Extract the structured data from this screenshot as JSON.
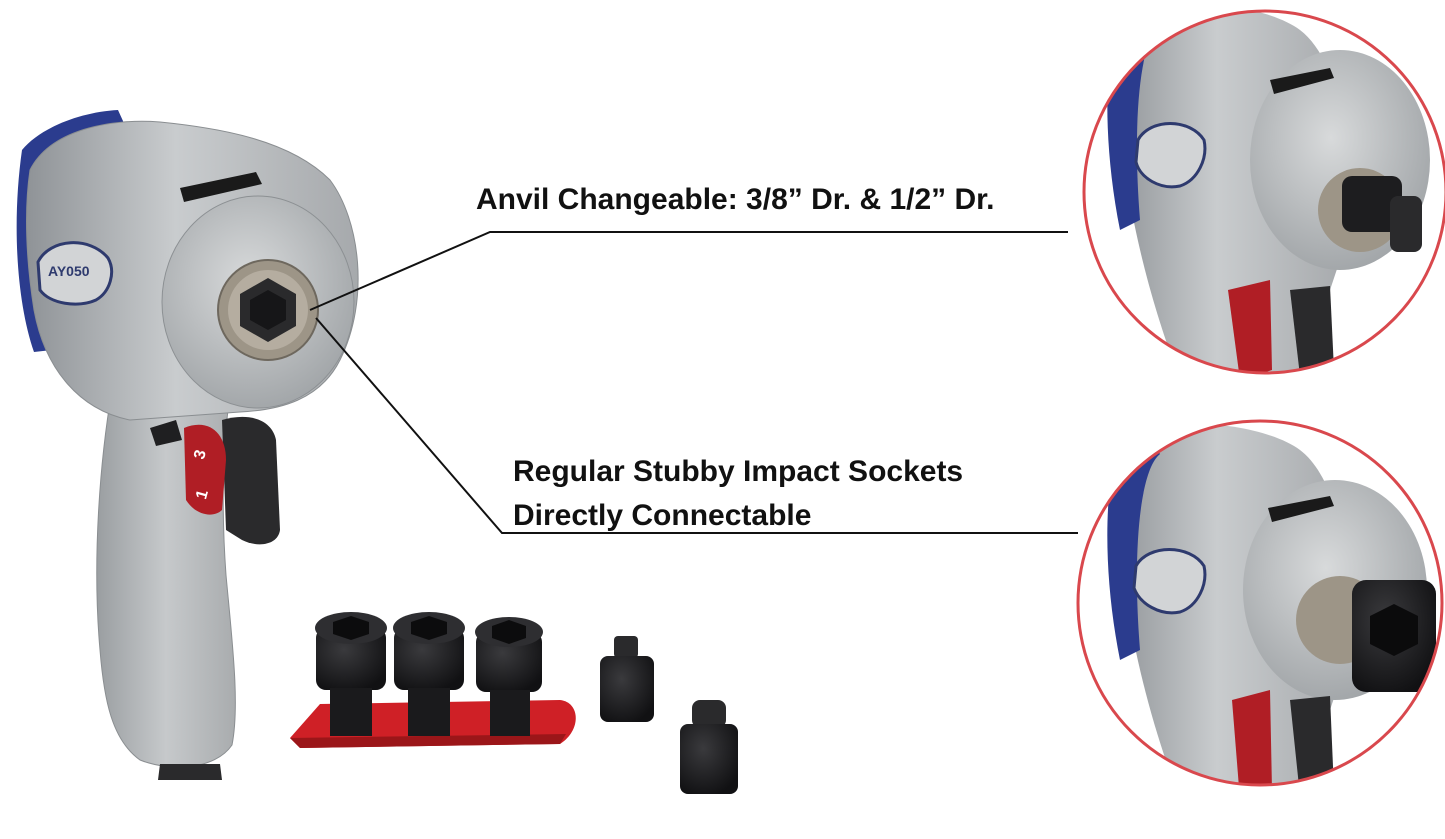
{
  "captions": {
    "anvil": "Anvil Changeable: 3/8” Dr. & 1/2” Dr.",
    "sockets_line1": "Regular Stubby Impact Sockets",
    "sockets_line2": "Directly Connectable"
  },
  "tool": {
    "model_badge": "AY050",
    "dial_marks": [
      "3",
      "1"
    ]
  },
  "colors": {
    "tool_body": "#b9bcbf",
    "accent_blue": "#2b3c8e",
    "dial_red": "#b01e25",
    "socket_black": "#1d1d1f",
    "tray_red": "#cf2026",
    "circle_outline": "#d9484d"
  }
}
